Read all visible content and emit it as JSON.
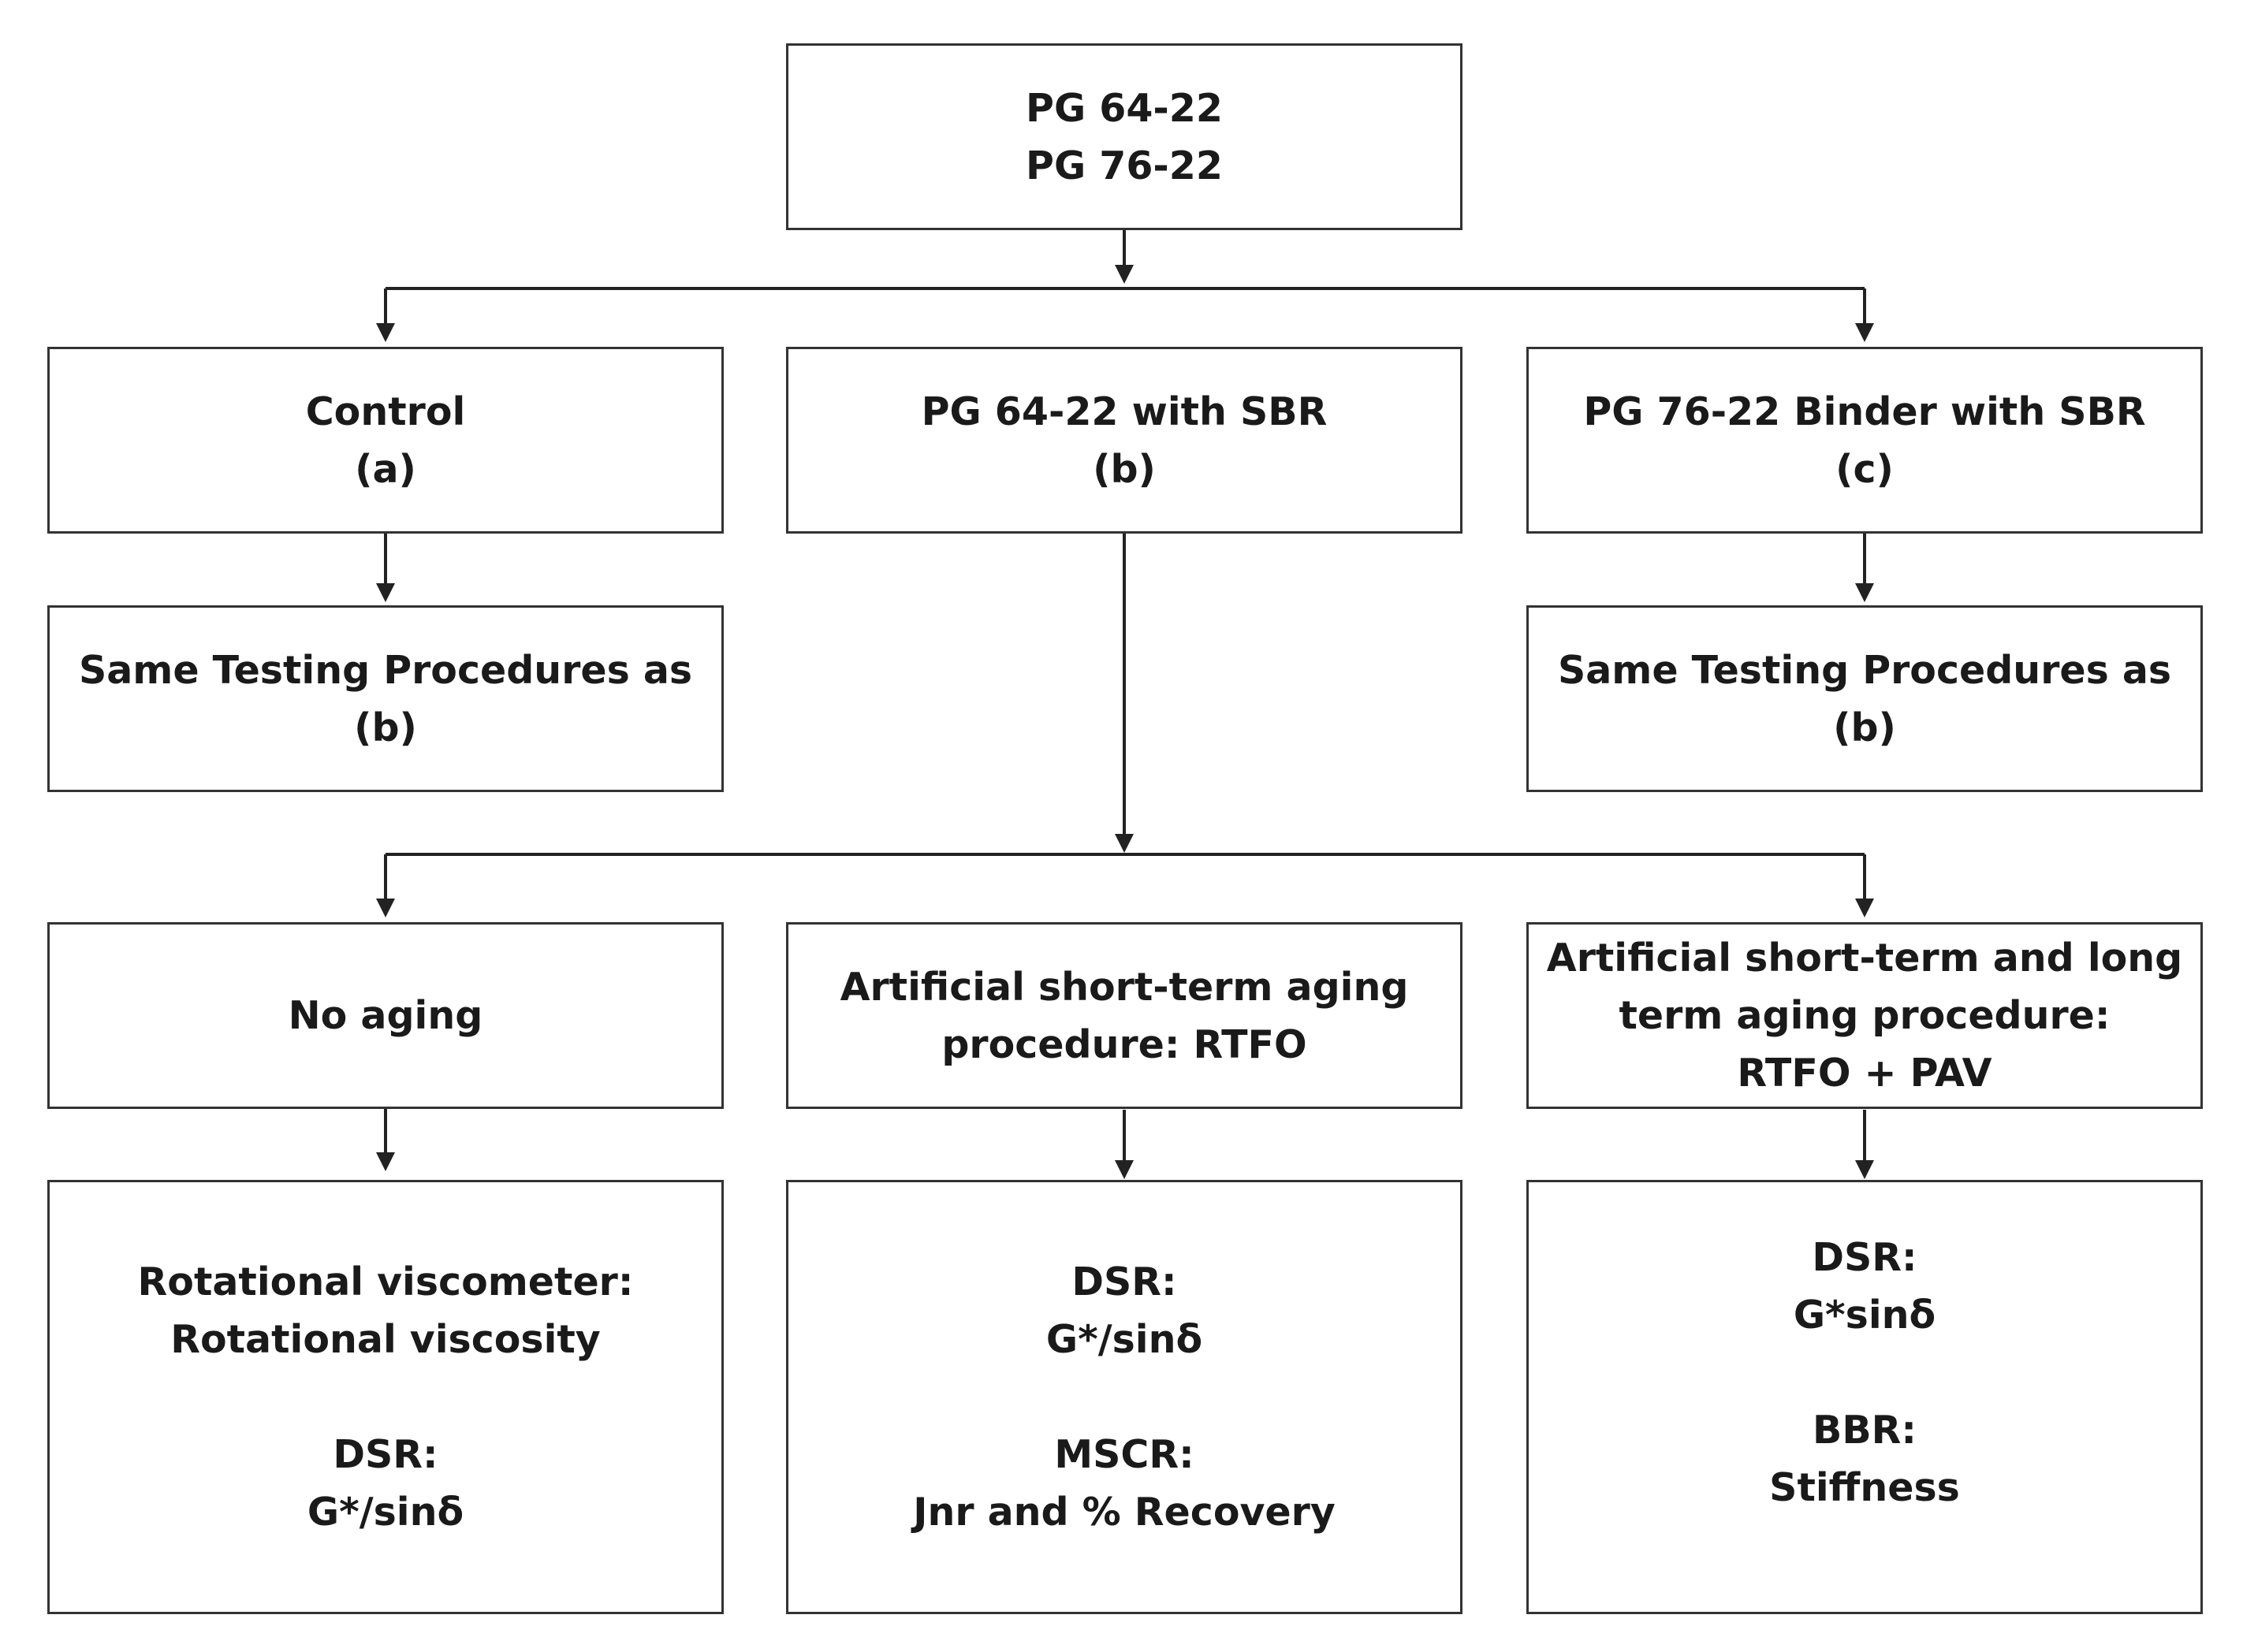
{
  "root": {
    "line1": "PG 64-22",
    "line2": "PG 76-22"
  },
  "binders": {
    "control": {
      "title": "Control",
      "tag": "(a)"
    },
    "sbr_64": {
      "title": "PG 64-22 with SBR",
      "tag": "(b)"
    },
    "sbr_76": {
      "title": "PG 76-22 Binder with SBR",
      "tag": "(c)"
    }
  },
  "same_testing": {
    "left": {
      "line1": "Same Testing Procedures as",
      "line2": "(b)"
    },
    "right": {
      "line1": "Same Testing Procedures as",
      "line2": "(b)"
    }
  },
  "aging": {
    "none": {
      "line1": "No aging"
    },
    "short": {
      "line1": "Artificial short-term aging",
      "line2": "procedure: RTFO"
    },
    "long": {
      "line1": "Artificial short-term and long",
      "line2": "term aging procedure:",
      "line3": "RTFO + PAV"
    }
  },
  "tests": {
    "unaged": {
      "rv_label": "Rotational viscometer:",
      "rv_value": "Rotational viscosity",
      "dsr_label": "DSR:",
      "dsr_value": "G*/sinδ"
    },
    "rtfo": {
      "dsr_label": "DSR:",
      "dsr_value": "G*/sinδ",
      "mscr_label": "MSCR:",
      "mscr_value": "Jnr and % Recovery"
    },
    "pav": {
      "dsr_label": "DSR:",
      "dsr_value": "G*sinδ",
      "bbr_label": "BBR:",
      "bbr_value": "Stiffness"
    }
  }
}
